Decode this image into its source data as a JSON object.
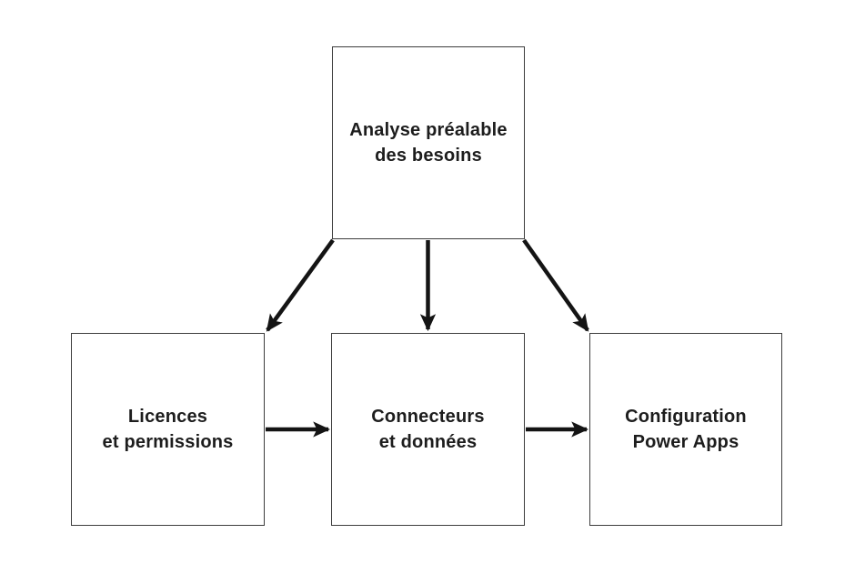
{
  "diagram": {
    "nodes": {
      "analyse": {
        "line1": "Analyse préalable",
        "line2": "des besoins"
      },
      "licences": {
        "line1": "Licences",
        "line2": "et permissions"
      },
      "connecteurs": {
        "line1": "Connecteurs",
        "line2": "et données"
      },
      "configuration": {
        "line1": "Configuration",
        "line2": "Power Apps"
      }
    },
    "edges": [
      {
        "from": "analyse",
        "to": "licences"
      },
      {
        "from": "analyse",
        "to": "connecteurs"
      },
      {
        "from": "analyse",
        "to": "configuration"
      },
      {
        "from": "licences",
        "to": "connecteurs"
      },
      {
        "from": "connecteurs",
        "to": "configuration"
      }
    ],
    "colors": {
      "background": "#ffffff",
      "box_border": "#3d3d3d",
      "text": "#1d1d1d",
      "arrow": "#141414"
    }
  }
}
